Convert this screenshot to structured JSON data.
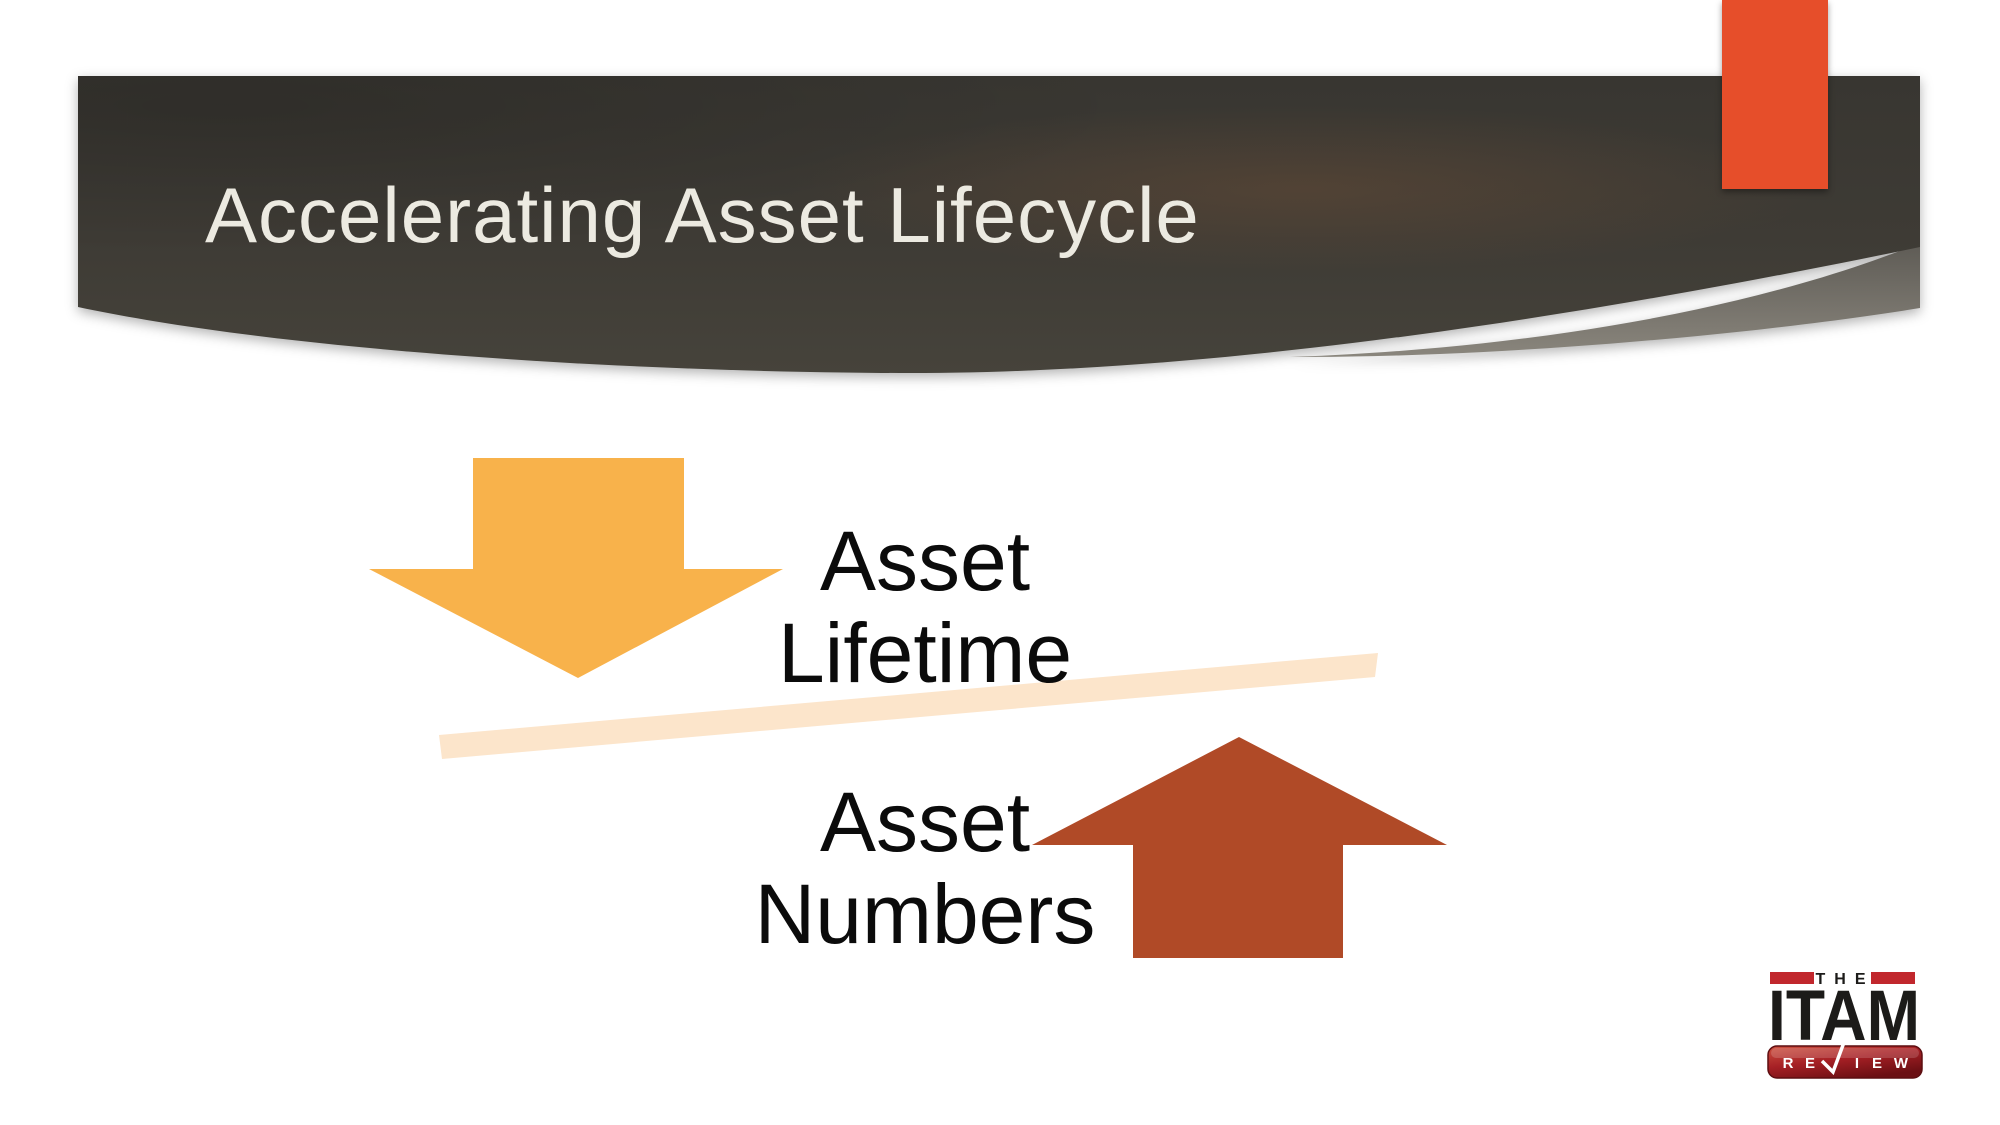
{
  "slide": {
    "title": "Accelerating Asset Lifecycle",
    "background_color": "#FFFFFF"
  },
  "banner": {
    "fill_color": "#3B3833",
    "highlight_color": "#6E6A63",
    "title_text_color": "#ECEAE1",
    "accent_bar_color": "#E64E2A"
  },
  "diagram": {
    "down_label": {
      "line1": "Asset",
      "line2": "Lifetime"
    },
    "up_label": {
      "line1": "Asset",
      "line2": "Numbers"
    },
    "down_arrow_color": "#F8B24B",
    "up_arrow_color": "#B04A27",
    "beam_color": "#FCE5CB",
    "label_text_color": "#0B0B0B"
  },
  "logo": {
    "the": "THE",
    "itam": "ITAM",
    "review": "REVIEW",
    "review_letters": {
      "r": "R",
      "e1": "E",
      "i": "I",
      "e2": "E",
      "w": "W"
    },
    "bar_color": "#C1272D",
    "letter_color": "#1C1B19",
    "box_top_color": "#CE5240",
    "box_bottom_color": "#6B0F13"
  }
}
